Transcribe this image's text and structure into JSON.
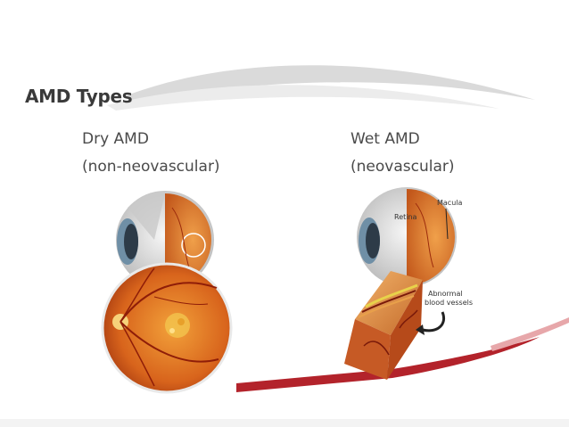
{
  "slide": {
    "title": "AMD Types",
    "left": {
      "heading": "Dry AMD",
      "subheading": "(non-neovascular)"
    },
    "right": {
      "heading": "Wet AMD",
      "subheading": "(neovascular)",
      "labels": {
        "retina": "Retina",
        "macula": "Macula",
        "vessels_line1": "Abnormal",
        "vessels_line2": "blood vessels"
      }
    }
  },
  "colors": {
    "accent_red": "#b3232b",
    "swoosh_grey": "#d9d9d9",
    "title": "#3a3a3a",
    "text": "#4a4a4a"
  }
}
